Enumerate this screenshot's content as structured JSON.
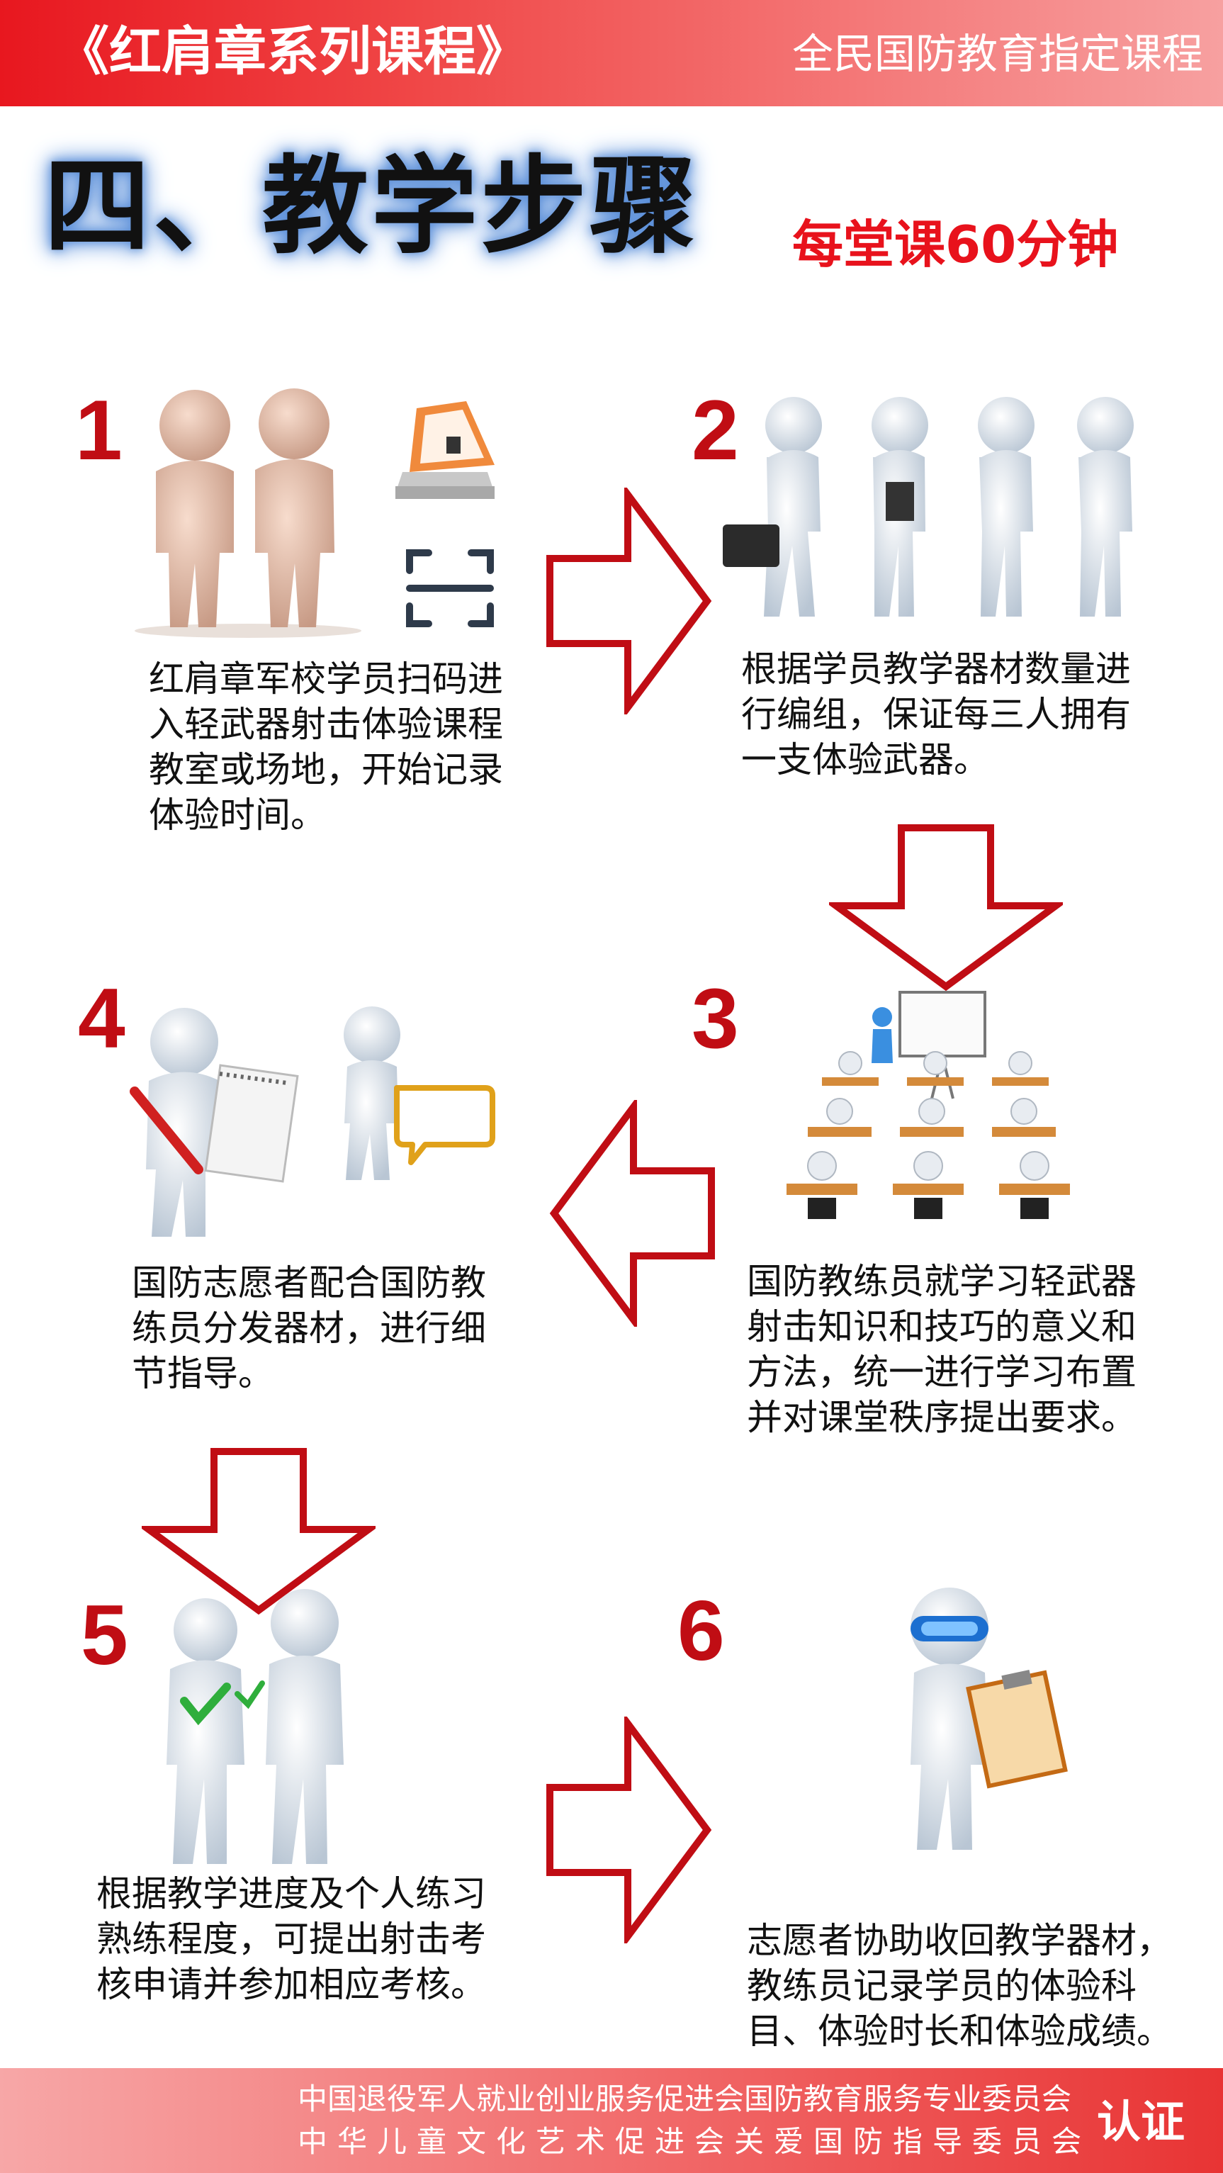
{
  "header": {
    "title": "《红肩章系列课程》",
    "subtitle": "全民国防教育指定课程"
  },
  "section": {
    "title": "四、教学步骤",
    "duration": "每堂课60分钟"
  },
  "steps": [
    {
      "num": "1",
      "text": [
        "红肩章军校学员扫码进",
        "入轻武器射击体验课程",
        "教室或场地，开始记录",
        "体验时间。"
      ]
    },
    {
      "num": "2",
      "text": [
        "根据学员教学器材数量进",
        "行编组，保证每三人拥有",
        "一支体验武器。"
      ]
    },
    {
      "num": "3",
      "text": [
        "国防教练员就学习轻武器",
        "射击知识和技巧的意义和",
        "方法，统一进行学习布置",
        "并对课堂秩序提出要求。"
      ]
    },
    {
      "num": "4",
      "text": [
        "国防志愿者配合国防教",
        "练员分发器材，进行细",
        "节指导。"
      ]
    },
    {
      "num": "5",
      "text": [
        "根据教学进度及个人练习",
        "熟练程度，可提出射击考",
        "核申请并参加相应考核。"
      ]
    },
    {
      "num": "6",
      "text": [
        "志愿者协助收回教学器材，",
        "教练员记录学员的体验科",
        "目、体验时长和体验成绩。"
      ]
    }
  ],
  "footer": {
    "line1": "中国退役军人就业创业服务促进会国防教育服务专业委员会",
    "line2": "中华儿童文化艺术促进会关爱国防指导委员会",
    "cert": "认证"
  },
  "colors": {
    "accent_red": "#c00d14",
    "header_red": "#e8171f",
    "duration_red": "#e8121c",
    "title_glow": "#5a8ed8"
  },
  "icons": [
    "scanner-icon",
    "qr-scan-icon",
    "briefcase-icon",
    "whiteboard-icon",
    "notepad-icon",
    "speech-bubble-icon",
    "checkmark-icon",
    "clipboard-icon"
  ]
}
